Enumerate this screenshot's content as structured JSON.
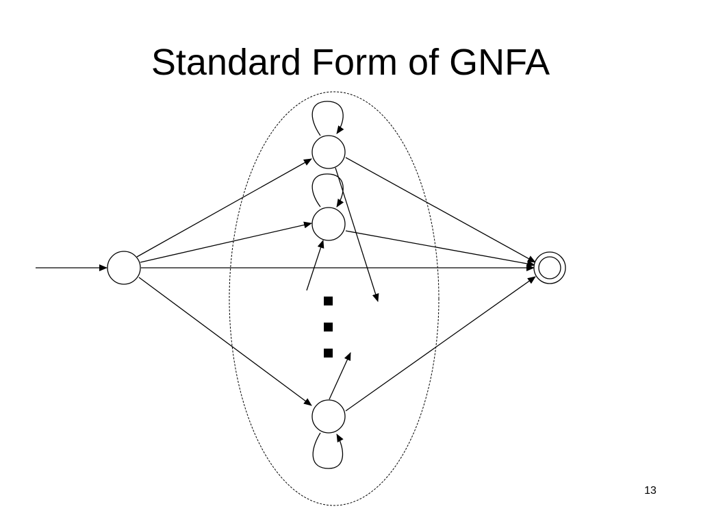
{
  "slide": {
    "title": "Standard Form of GNFA",
    "page_number": "13"
  },
  "diagram": {
    "states": [
      {
        "id": "start",
        "role": "start"
      },
      {
        "id": "q1",
        "role": "inner"
      },
      {
        "id": "q2",
        "role": "inner"
      },
      {
        "id": "qn",
        "role": "inner"
      },
      {
        "id": "accept",
        "role": "accept"
      }
    ],
    "transitions": [
      {
        "from": "entry",
        "to": "start"
      },
      {
        "from": "start",
        "to": "q1"
      },
      {
        "from": "start",
        "to": "q2"
      },
      {
        "from": "start",
        "to": "accept"
      },
      {
        "from": "start",
        "to": "qn"
      },
      {
        "from": "q1",
        "to": "accept"
      },
      {
        "from": "q2",
        "to": "accept"
      },
      {
        "from": "qn",
        "to": "accept"
      },
      {
        "from": "q1",
        "to": "q1"
      },
      {
        "from": "q2",
        "to": "q2"
      },
      {
        "from": "qn",
        "to": "qn"
      }
    ],
    "colors": {
      "stroke": "#000000",
      "fill": "#ffffff",
      "background": "#ffffff"
    }
  }
}
